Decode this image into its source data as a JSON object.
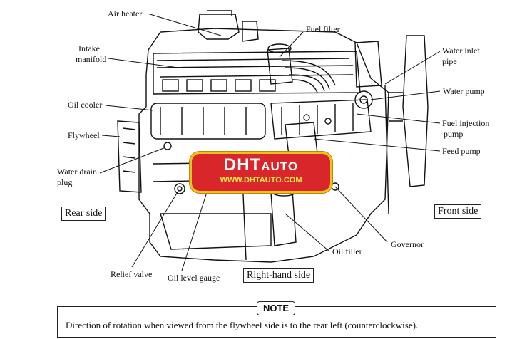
{
  "labels": {
    "air_heater": "Air heater",
    "fuel_filter": "Fuel filter",
    "intake_manifold_1": "Intake",
    "intake_manifold_2": "manifold",
    "water_inlet_pipe_1": "Water inlet",
    "water_inlet_pipe_2": "pipe",
    "oil_cooler": "Oil cooler",
    "water_pump": "Water pump",
    "fuel_injection_pump_1": "Fuel injection",
    "fuel_injection_pump_2": "pump",
    "flywheel": "Flywheel",
    "feed_pump": "Feed pump",
    "water_drain_plug_1": "Water drain",
    "water_drain_plug_2": "plug",
    "rear_side": "Rear side",
    "front_side": "Front side",
    "governor": "Governor",
    "oil_filler": "Oil filler",
    "relief_valve": "Relief valve",
    "oil_level_gauge": "Oil level gauge",
    "right_hand_side": "Right-hand side"
  },
  "watermark": {
    "brand": "DHT",
    "brand_suffix": "AUTO",
    "url": "WWW.DHTAUTO.COM"
  },
  "note": {
    "tag": "NOTE",
    "text": "Direction of rotation when viewed from the flywheel side is to the rear left (counterclockwise)."
  }
}
